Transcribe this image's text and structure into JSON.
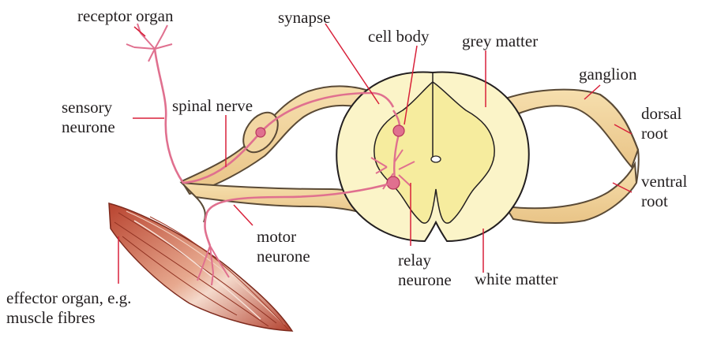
{
  "labels": {
    "receptor_organ": "receptor organ",
    "synapse": "synapse",
    "cell_body": "cell body",
    "grey_matter": "grey matter",
    "ganglion": "ganglion",
    "sensory_neurone_1": "sensory",
    "sensory_neurone_2": "neurone",
    "spinal_nerve": "spinal nerve",
    "dorsal_root_1": "dorsal",
    "dorsal_root_2": "root",
    "ventral_root_1": "ventral",
    "ventral_root_2": "root",
    "motor_neurone_1": "motor",
    "motor_neurone_2": "neurone",
    "relay_neurone_1": "relay",
    "relay_neurone_2": "neurone",
    "white_matter": "white matter",
    "effector_organ_1": "effector organ, e.g.",
    "effector_organ_2": "muscle fibres"
  },
  "colors": {
    "nerve_fill": "#f2d7a3",
    "nerve_edge": "#5a4a36",
    "white_matter": "#fbf4c8",
    "grey_matter": "#f6ec9e",
    "neurone": "#e0708f",
    "leader_line": "#d8213a",
    "muscle": "#c9593f"
  }
}
